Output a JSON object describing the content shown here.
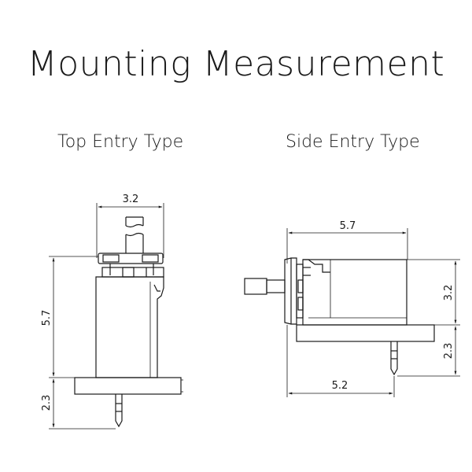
{
  "title": "Mounting Measurement",
  "top_entry": {
    "label": "Top Entry Type",
    "dims": {
      "width": "3.2",
      "height": "5.7",
      "pin": "2.3"
    }
  },
  "side_entry": {
    "label": "Side Entry Type",
    "dims": {
      "width": "5.7",
      "height": "3.2",
      "pin": "2.3",
      "base": "5.2"
    }
  }
}
